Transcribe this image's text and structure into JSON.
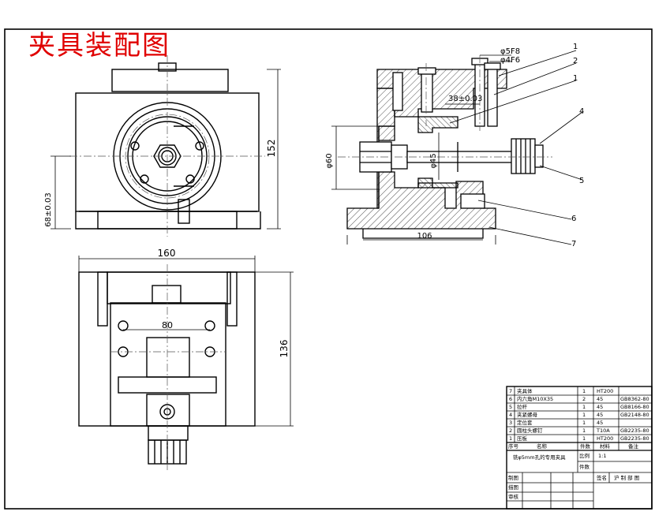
{
  "title": "夹具装配图",
  "colors": {
    "title": "#e00000",
    "line": "#000000",
    "center": "#555555"
  },
  "dimensions": {
    "side_height": "152",
    "front_center": "68±0.03",
    "top_width": "160",
    "top_depth": "136",
    "bolt_span": "80",
    "hole_dia": "φ5F8",
    "pin_dia": "φ4F6",
    "offset": "38±0.03",
    "bore_outer": "φ60",
    "bore_inner": "φ45",
    "base_len": "106"
  },
  "balloons": [
    "1",
    "2",
    "1",
    "4",
    "5",
    "6",
    "7"
  ],
  "parts_list": [
    {
      "no": "7",
      "name": "夹具体",
      "qty": "1",
      "material": "HT200",
      "std": ""
    },
    {
      "no": "6",
      "name": "内六角M10X35",
      "qty": "2",
      "material": "45",
      "std": "GB8362-80"
    },
    {
      "no": "5",
      "name": "拉杆",
      "qty": "1",
      "material": "45",
      "std": "GB8166-80"
    },
    {
      "no": "4",
      "name": "夹紧螺母",
      "qty": "1",
      "material": "45",
      "std": "GB2148-80"
    },
    {
      "no": "3",
      "name": "定位套",
      "qty": "1",
      "material": "45",
      "std": ""
    },
    {
      "no": "2",
      "name": "圆柱头螺钉",
      "qty": "1",
      "material": "T10A",
      "std": "GB2235-80"
    },
    {
      "no": "1",
      "name": "压板",
      "qty": "1",
      "material": "HT200",
      "std": "GB2235-80"
    }
  ],
  "table_header": {
    "no": "序号",
    "name": "名称",
    "qty": "件数",
    "material": "材料",
    "std": "备注"
  },
  "title_block": {
    "drawing_name": "铣φ5mm孔的专用夹具",
    "ratio_label": "比例",
    "ratio_value": "1:1",
    "sheet_label": "件数",
    "designer_label": "制图",
    "checker_label": "描图",
    "reviewer_label": "审核",
    "school": "沪 制 部 图",
    "sign_label": "签名"
  }
}
